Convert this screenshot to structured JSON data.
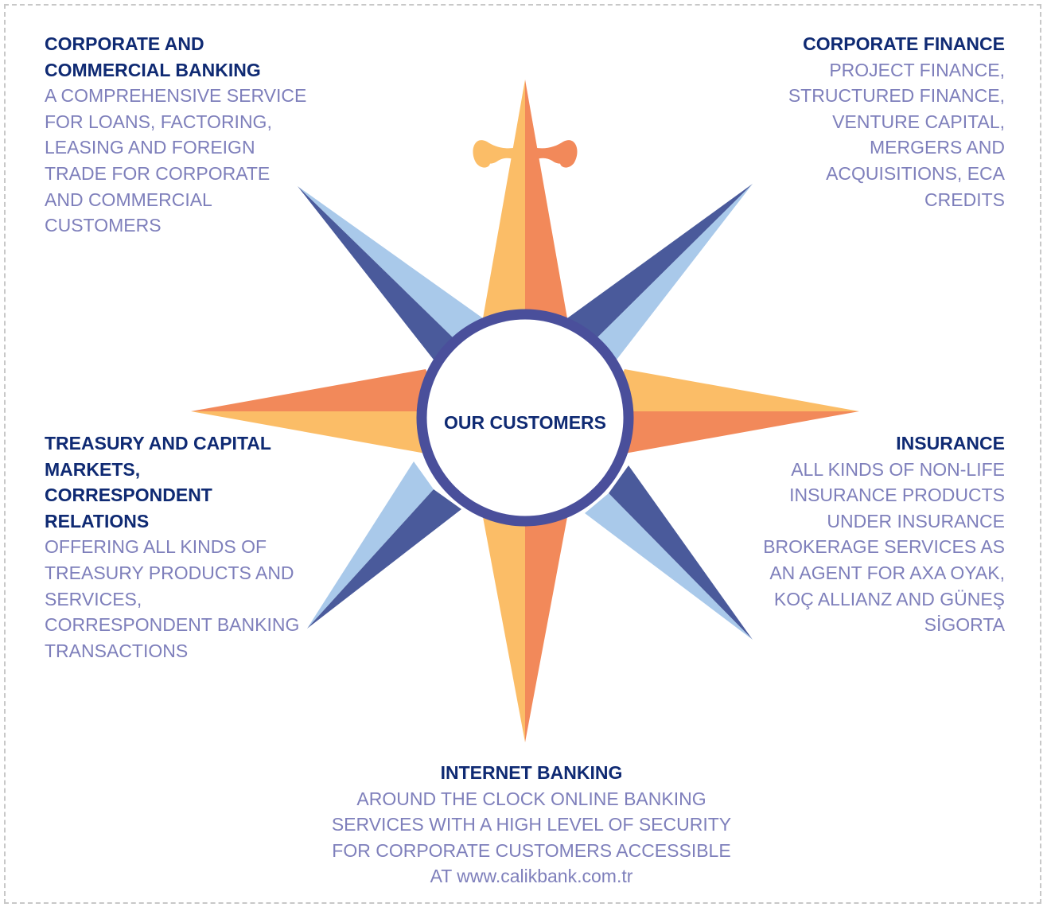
{
  "colors": {
    "navy_text": "#0f2a73",
    "lavender_text": "#7e7fbb",
    "orange": "#f2895a",
    "light_orange": "#fbbd67",
    "navy_point": "#4a5a9b",
    "light_blue_point": "#a9c9ea",
    "ring": "#4a4f9b",
    "frame": "#c8c8c8"
  },
  "center": {
    "label": "OUR CUSTOMERS"
  },
  "blocks": {
    "corporate_commercial": {
      "title": "CORPORATE AND\nCOMMERCIAL BANKING",
      "description": "A COMPREHENSIVE SERVICE\nFOR LOANS, FACTORING,\nLEASING AND FOREIGN\nTRADE FOR CORPORATE\nAND COMMERCIAL\nCUSTOMERS"
    },
    "corporate_finance": {
      "title": "CORPORATE FINANCE",
      "description": "PROJECT FINANCE,\nSTRUCTURED FINANCE,\nVENTURE CAPITAL,\nMERGERS AND\nACQUISITIONS, ECA\nCREDITS"
    },
    "treasury": {
      "title": "TREASURY AND CAPITAL\nMARKETS,\nCORRESPONDENT\nRELATIONS",
      "description": "OFFERING ALL KINDS OF\nTREASURY PRODUCTS AND\nSERVICES,\nCORRESPONDENT BANKING\nTRANSACTIONS"
    },
    "insurance": {
      "title": "INSURANCE",
      "description": "ALL KINDS OF NON-LIFE\nINSURANCE PRODUCTS\nUNDER INSURANCE\nBROKERAGE SERVICES AS\nAN AGENT FOR AXA OYAK,\nKOÇ ALLIANZ AND GÜNEŞ\nSİGORTA"
    },
    "internet_banking": {
      "title": "INTERNET BANKING",
      "description": "AROUND THE CLOCK ONLINE BANKING\nSERVICES WITH A HIGH LEVEL OF SECURITY\nFOR CORPORATE CUSTOMERS ACCESSIBLE",
      "url_prefix": "AT ",
      "url": "www.calikbank.com.tr"
    }
  }
}
